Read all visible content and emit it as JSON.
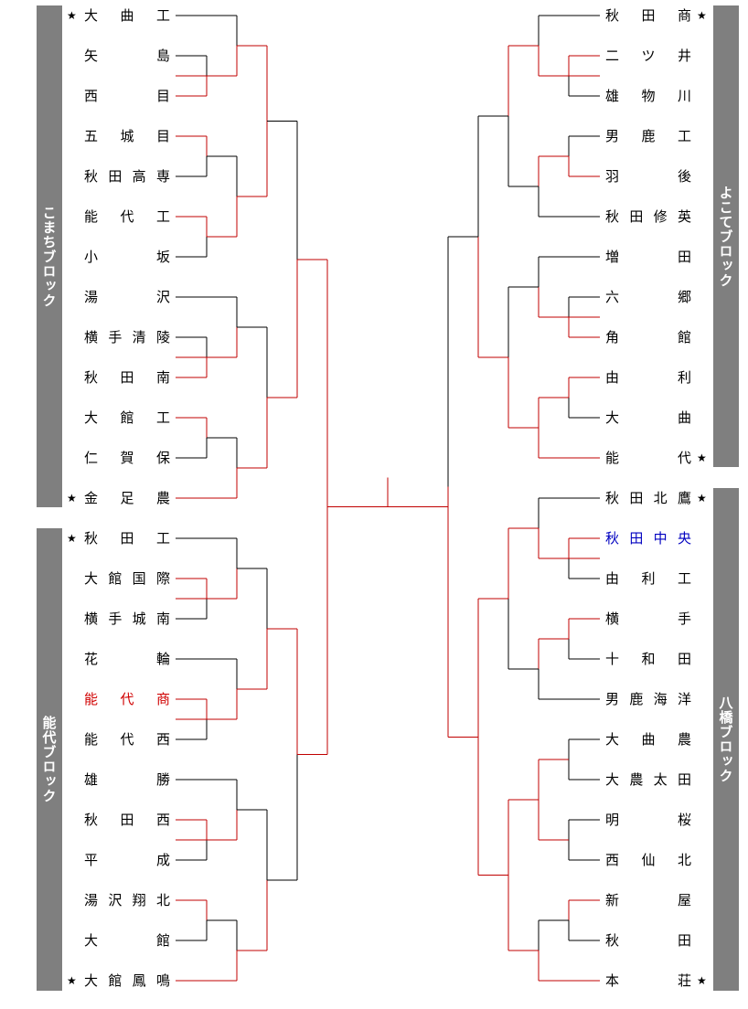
{
  "blocks": {
    "komachi": "こまちブロック",
    "noshiro": "能代ブロック",
    "yokote": "よこてブロック",
    "hachiman": "八橋ブロック"
  },
  "seed_mark": "★",
  "colors": {
    "winner_line": "#c00000",
    "loser_line": "#000000",
    "red_team": "#d00000",
    "blue_team": "#0000c0"
  },
  "left_teams": [
    {
      "name": "大曲工",
      "seed": true
    },
    {
      "name": "矢島"
    },
    {
      "name": "西目"
    },
    {
      "name": "五城目"
    },
    {
      "name": "秋田高専"
    },
    {
      "name": "能代工"
    },
    {
      "name": "小坂"
    },
    {
      "name": "湯沢"
    },
    {
      "name": "横手清陵"
    },
    {
      "name": "秋田南"
    },
    {
      "name": "大館工"
    },
    {
      "name": "仁賀保"
    },
    {
      "name": "金足農",
      "seed": true
    },
    {
      "name": "秋田工",
      "seed": true
    },
    {
      "name": "大館国際"
    },
    {
      "name": "横手城南"
    },
    {
      "name": "花輪"
    },
    {
      "name": "能代商",
      "color": "red"
    },
    {
      "name": "能代西"
    },
    {
      "name": "雄勝"
    },
    {
      "name": "秋田西"
    },
    {
      "name": "平成"
    },
    {
      "name": "湯沢翔北"
    },
    {
      "name": "大館"
    },
    {
      "name": "大館鳳鳴",
      "seed": true
    }
  ],
  "right_teams": [
    {
      "name": "秋田商",
      "seed": true
    },
    {
      "name": "二ツ井"
    },
    {
      "name": "雄物川"
    },
    {
      "name": "男鹿工"
    },
    {
      "name": "羽後"
    },
    {
      "name": "秋田修英"
    },
    {
      "name": "増田"
    },
    {
      "name": "六郷"
    },
    {
      "name": "角館"
    },
    {
      "name": "由利"
    },
    {
      "name": "大曲"
    },
    {
      "name": "能代",
      "seed": true
    },
    {
      "name": "秋田北鷹",
      "seed": true
    },
    {
      "name": "秋田中央",
      "color": "blue"
    },
    {
      "name": "由利工"
    },
    {
      "name": "横手"
    },
    {
      "name": "十和田"
    },
    {
      "name": "男鹿海洋"
    },
    {
      "name": "大曲農"
    },
    {
      "name": "大農太田"
    },
    {
      "name": "明桜"
    },
    {
      "name": "西仙北"
    },
    {
      "name": "新屋"
    },
    {
      "name": "秋田"
    },
    {
      "name": "本荘",
      "seed": true
    }
  ]
}
